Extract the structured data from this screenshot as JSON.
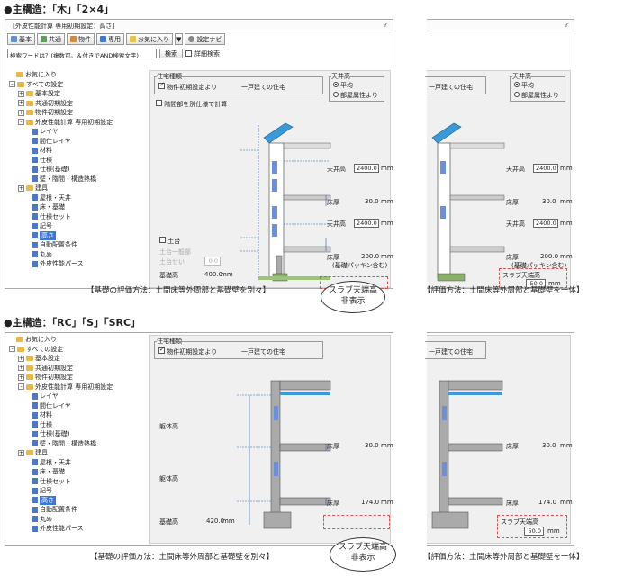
{
  "section1": {
    "heading": "●主構造：「木」「2×4」",
    "window_title": "【外皮性能計算 専用初期設定：高さ】",
    "help_mark": "?",
    "toolbar": [
      "基本",
      "共通",
      "物件",
      "専用",
      "お気に入り",
      "▼",
      "設定ナビ"
    ],
    "search": {
      "placeholder": "検索ワードは？(複数可。＆付きでAND検索文字)",
      "button": "検索",
      "detail_label": "詳細検索"
    },
    "tree": [
      {
        "label": "お気に入り",
        "kind": "fold",
        "exp": ""
      },
      {
        "label": "すべての設定",
        "kind": "fold",
        "exp": "－"
      },
      {
        "label": "基本設定",
        "kind": "fold",
        "exp": "＋"
      },
      {
        "label": "共通初期設定",
        "kind": "fold",
        "exp": "＋"
      },
      {
        "label": "物件初期設定",
        "kind": "fold",
        "exp": "＋"
      },
      {
        "label": "外皮性能計算 専用初期設定",
        "kind": "fold",
        "exp": "－"
      },
      {
        "label": "レイヤ",
        "kind": "leaf",
        "exp": ""
      },
      {
        "label": "間仕レイヤ",
        "kind": "leaf",
        "exp": ""
      },
      {
        "label": "材料",
        "kind": "leaf",
        "exp": ""
      },
      {
        "label": "仕様",
        "kind": "leaf",
        "exp": ""
      },
      {
        "label": "仕様(基礎)",
        "kind": "leaf",
        "exp": ""
      },
      {
        "label": "壁・階間・構造熱橋",
        "kind": "leaf",
        "exp": ""
      },
      {
        "label": "建具",
        "kind": "fold",
        "exp": "＋"
      },
      {
        "label": "屋根・天井",
        "kind": "leaf",
        "exp": ""
      },
      {
        "label": "床・基礎",
        "kind": "leaf",
        "exp": ""
      },
      {
        "label": "仕様セット",
        "kind": "leaf",
        "exp": ""
      },
      {
        "label": "記号",
        "kind": "leaf",
        "exp": ""
      },
      {
        "label": "高さ",
        "kind": "leaf",
        "exp": "",
        "selected": true
      },
      {
        "label": "自動配置条件",
        "kind": "leaf",
        "exp": ""
      },
      {
        "label": "丸め",
        "kind": "leaf",
        "exp": ""
      },
      {
        "label": "外皮性能パース",
        "kind": "leaf",
        "exp": ""
      }
    ],
    "house_type": {
      "title": "住宅種類",
      "checkbox": "物件初期設定より",
      "value": "一戸建ての住宅"
    },
    "ceiling": {
      "title": "天井高",
      "opt1": "平均",
      "opt2": "部屋属性より"
    },
    "stair_check": "階間部を別仕様で計算",
    "dodai": {
      "check": "土台",
      "sub1": "土台一般部",
      "sub2": "土台せい",
      "sub2_value": "0.0"
    },
    "kiso_label": "基礎高",
    "kiso_value": "400.0",
    "unit": "mm",
    "ceiling_height_label": "天井高",
    "ceiling_height_1": "2400.0",
    "ceiling_height_2": "2400.0",
    "floor_label": "床厚",
    "floor_1": "30.0",
    "floor_2": "200.0",
    "packing_note": "(基礎パッキン含む)",
    "slab_label": "スラブ天端高",
    "slab_value": "50.0",
    "caption_left": "【基礎の評価方法：土間床等外周部と基礎壁を別々】",
    "caption_right": "【評価方法：土間床等外周部と基礎壁を一体】",
    "bubble": [
      "スラブ天端高",
      "非表示"
    ]
  },
  "section2": {
    "heading": "●主構造：「RC」「S」「SRC」",
    "tree": [
      {
        "label": "お気に入り",
        "kind": "fold",
        "exp": ""
      },
      {
        "label": "すべての設定",
        "kind": "fold",
        "exp": "－"
      },
      {
        "label": "基本設定",
        "kind": "fold",
        "exp": "＋"
      },
      {
        "label": "共通初期設定",
        "kind": "fold",
        "exp": "＋"
      },
      {
        "label": "物件初期設定",
        "kind": "fold",
        "exp": "＋"
      },
      {
        "label": "外皮性能計算 専用初期設定",
        "kind": "fold",
        "exp": "－"
      },
      {
        "label": "レイヤ",
        "kind": "leaf",
        "exp": ""
      },
      {
        "label": "間仕レイヤ",
        "kind": "leaf",
        "exp": ""
      },
      {
        "label": "材料",
        "kind": "leaf",
        "exp": ""
      },
      {
        "label": "仕様",
        "kind": "leaf",
        "exp": ""
      },
      {
        "label": "仕様(基礎)",
        "kind": "leaf",
        "exp": ""
      },
      {
        "label": "壁・階間・構造熱橋",
        "kind": "leaf",
        "exp": ""
      },
      {
        "label": "建具",
        "kind": "fold",
        "exp": "＋"
      },
      {
        "label": "屋根・天井",
        "kind": "leaf",
        "exp": ""
      },
      {
        "label": "床・基礎",
        "kind": "leaf",
        "exp": ""
      },
      {
        "label": "仕様セット",
        "kind": "leaf",
        "exp": ""
      },
      {
        "label": "記号",
        "kind": "leaf",
        "exp": ""
      },
      {
        "label": "高さ",
        "kind": "leaf",
        "exp": "",
        "selected": true
      },
      {
        "label": "自動配置条件",
        "kind": "leaf",
        "exp": ""
      },
      {
        "label": "丸め",
        "kind": "leaf",
        "exp": ""
      },
      {
        "label": "外皮性能パース",
        "kind": "leaf",
        "exp": ""
      }
    ],
    "house_type": {
      "title": "住宅種類",
      "checkbox": "物件初期設定より",
      "value": "一戸建ての住宅"
    },
    "kutai_label": "躯体高",
    "kiso_label": "基礎高",
    "kiso_value": "420.0",
    "unit": "mm",
    "floor_label": "床厚",
    "floor_1": "30.0",
    "floor_2": "174.0",
    "slab_label": "スラブ天端高",
    "slab_value": "50.0",
    "caption_left": "【基礎の評価方法：土間床等外周部と基礎壁を別々】",
    "caption_right": "【評価方法：土間床等外周部と基礎壁を一体】",
    "bubble": [
      "スラブ天端高",
      "非表示"
    ]
  },
  "colors": {
    "accent": "#3b77d8",
    "callout": "#d9534f",
    "roof": "#3a9ad9"
  }
}
